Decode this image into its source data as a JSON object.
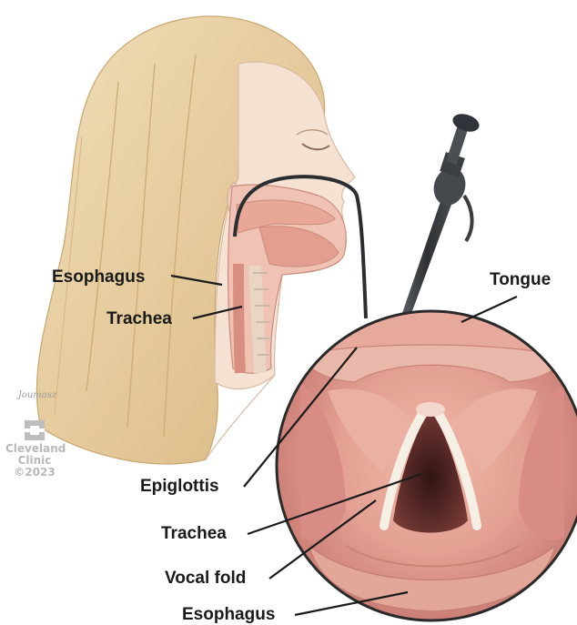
{
  "labels": {
    "esophagus_neck": "Esophagus",
    "trachea_neck": "Trachea",
    "tongue": "Tongue",
    "epiglottis": "Epiglottis",
    "trachea_inset": "Trachea",
    "vocal_fold": "Vocal fold",
    "esophagus_inset": "Esophagus"
  },
  "credit": {
    "signature": "Joumasz",
    "org_line1": "Cleveland",
    "org_line2": "Clinic",
    "year": "©2023"
  },
  "colors": {
    "hair": "#e9cf9d",
    "skin": "#f3dccb",
    "throat_pink": "#e7a79a",
    "inset_tissue": "#d98c86",
    "airway_dark": "#5a2a2a",
    "scope": "#3a3d40",
    "leader_line": "#1a1a1a"
  }
}
